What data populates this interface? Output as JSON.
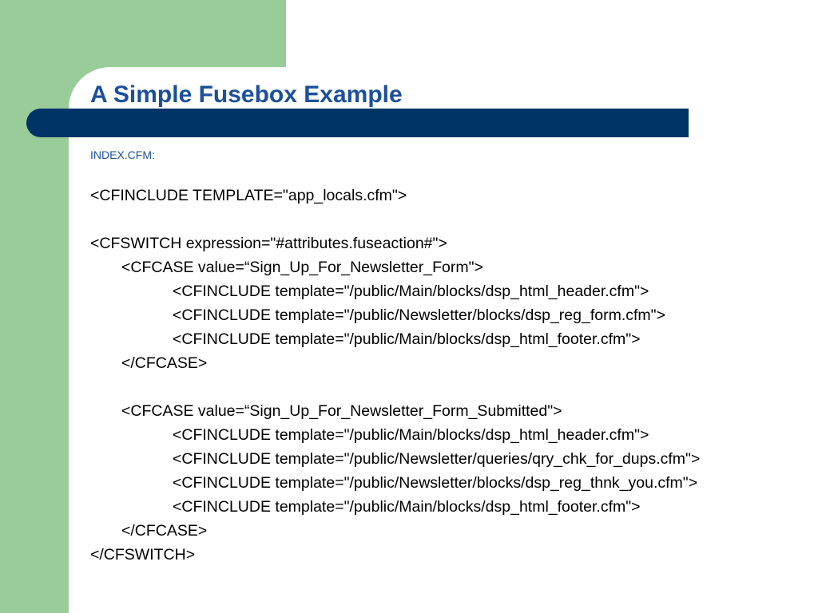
{
  "slide": {
    "title": "A Simple Fusebox Example",
    "subtitle": "INDEX.CFM:",
    "lines": [
      {
        "text": "<CFINCLUDE TEMPLATE=\"app_locals.cfm\">",
        "indent": 0
      },
      {
        "text": "",
        "indent": 0
      },
      {
        "text": "<CFSWITCH expression=\"#attributes.fuseaction#\">",
        "indent": 0
      },
      {
        "text": "<CFCASE value=“Sign_Up_For_Newsletter_Form\">",
        "indent": 1
      },
      {
        "text": "<CFINCLUDE template=\"/public/Main/blocks/dsp_html_header.cfm\">",
        "indent": 2
      },
      {
        "text": "<CFINCLUDE template=\"/public/Newsletter/blocks/dsp_reg_form.cfm\">",
        "indent": 2
      },
      {
        "text": "<CFINCLUDE template=\"/public/Main/blocks/dsp_html_footer.cfm\">",
        "indent": 2
      },
      {
        "text": "</CFCASE>",
        "indent": 1
      },
      {
        "text": "",
        "indent": 0
      },
      {
        "text": "<CFCASE value=“Sign_Up_For_Newsletter_Form_Submitted\">",
        "indent": 1
      },
      {
        "text": "<CFINCLUDE template=\"/public/Main/blocks/dsp_html_header.cfm\">",
        "indent": 2
      },
      {
        "text": "<CFINCLUDE template=\"/public/Newsletter/queries/qry_chk_for_dups.cfm\">",
        "indent": 2
      },
      {
        "text": "<CFINCLUDE template=\"/public/Newsletter/blocks/dsp_reg_thnk_you.cfm\">",
        "indent": 2
      },
      {
        "text": "<CFINCLUDE template=\"/public/Main/blocks/dsp_html_footer.cfm\">",
        "indent": 2
      },
      {
        "text": "</CFCASE>",
        "indent": 1
      },
      {
        "text": "</CFSWITCH>",
        "indent": 0
      }
    ]
  },
  "colors": {
    "side_band": "#99cc99",
    "title_bar": "#003366",
    "title_text": "#1c4f9c",
    "body_text": "#000000"
  }
}
